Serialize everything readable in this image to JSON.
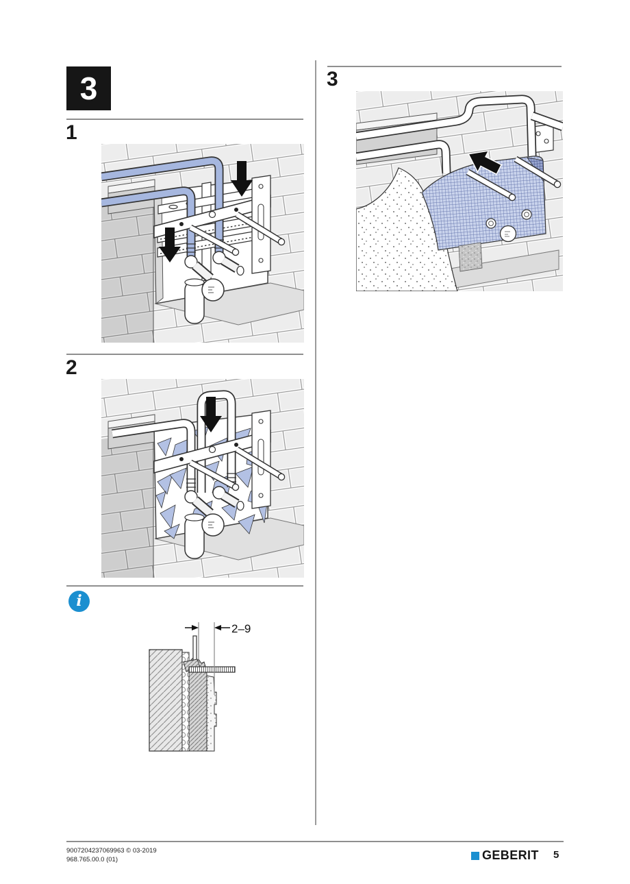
{
  "section": {
    "number": "3"
  },
  "steps": [
    {
      "label": "1"
    },
    {
      "label": "2"
    },
    {
      "label": "3"
    }
  ],
  "note": {
    "dimension_label": "2–9",
    "info_glyph": "i"
  },
  "footer": {
    "doc_id": "9007204237069963 © 03-2019",
    "article_number": "968.765.00.0 (01)",
    "brand": "GEBERIT",
    "page_number": "5"
  },
  "colors": {
    "brand_blue": "#1B8FD0",
    "pipe_blue": "#A6B7DF",
    "shard_blue": "#B3C1E4",
    "mesh_blue": "#C9D3EC",
    "arrow_black": "#111111",
    "brick_gray": "#EDEDED"
  },
  "icons": [
    {
      "name": "info-icon",
      "glyph": "i"
    },
    {
      "name": "arrow-down-icon"
    },
    {
      "name": "arrow-up-left-icon"
    },
    {
      "name": "geberit-logo-mark"
    }
  ]
}
